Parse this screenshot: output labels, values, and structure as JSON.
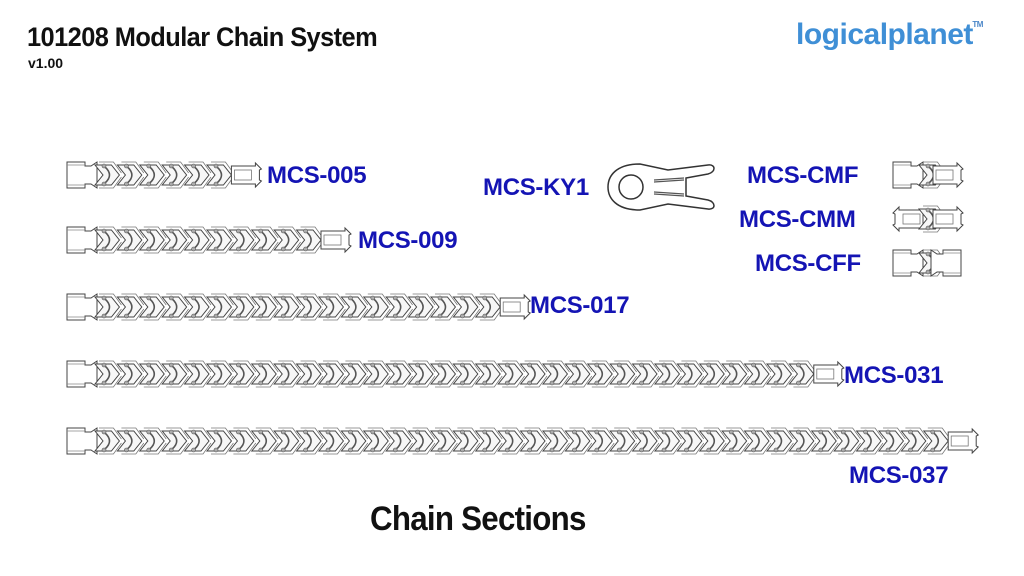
{
  "header": {
    "title": "101208 Modular Chain System",
    "version": "v1.00"
  },
  "logo": {
    "text": "logicalplanet",
    "trademark": "TM",
    "color": "#3f8fd6"
  },
  "label_color": "#1414b4",
  "chains": [
    {
      "id": "MCS-005",
      "label": "MCS-005",
      "links": 6
    },
    {
      "id": "MCS-009",
      "label": "MCS-009",
      "links": 10
    },
    {
      "id": "MCS-017",
      "label": "MCS-017",
      "links": 18
    },
    {
      "id": "MCS-031",
      "label": "MCS-031",
      "links": 32
    },
    {
      "id": "MCS-037",
      "label": "MCS-037",
      "links": 38
    }
  ],
  "tool": {
    "id": "MCS-KY1",
    "label": "MCS-KY1"
  },
  "connectors": [
    {
      "id": "MCS-CMF",
      "label": "MCS-CMF",
      "left_end": "female",
      "right_end": "male"
    },
    {
      "id": "MCS-CMM",
      "label": "MCS-CMM",
      "left_end": "male",
      "right_end": "male"
    },
    {
      "id": "MCS-CFF",
      "label": "MCS-CFF",
      "left_end": "female",
      "right_end": "female"
    }
  ],
  "footer": {
    "caption": "Chain Sections"
  }
}
